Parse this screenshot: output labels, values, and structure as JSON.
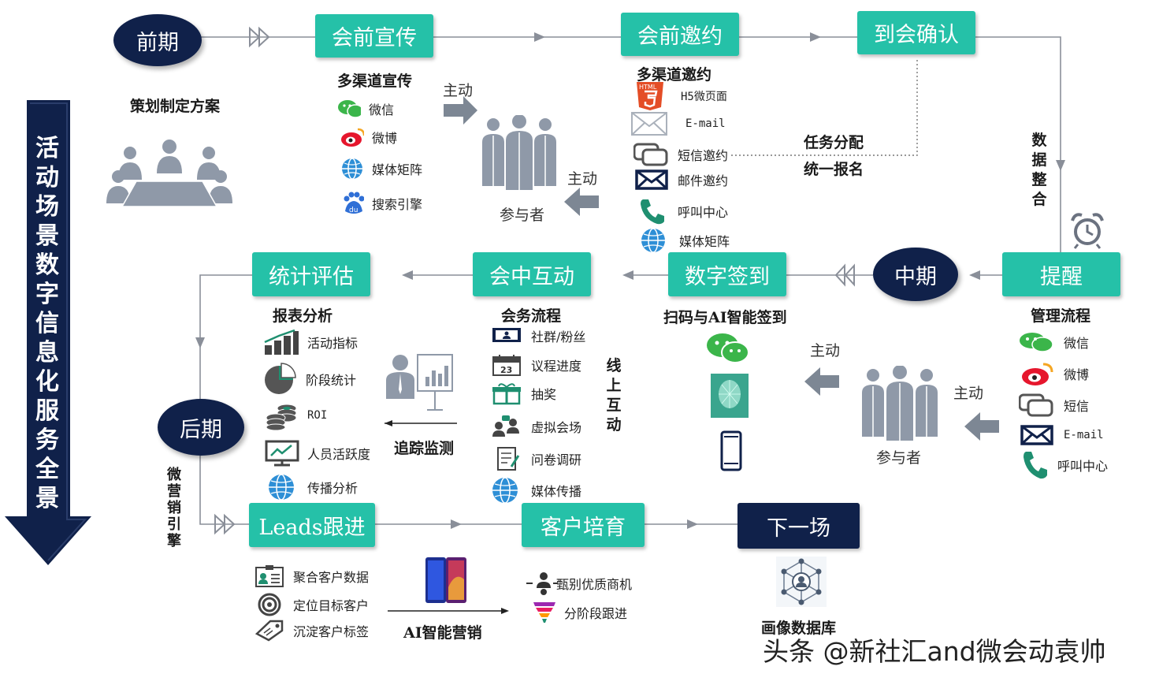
{
  "banner": "活动场景数字信息化服务全景",
  "phases": {
    "early": "前期",
    "mid": "中期",
    "late": "后期"
  },
  "planning": "策划制定方案",
  "stages": {
    "promo": "会前宣传",
    "invite": "会前邀约",
    "confirm": "到会确认",
    "remind": "提醒",
    "signin": "数字签到",
    "interact": "会中互动",
    "stats": "统计评估",
    "leads": "Leads跟进",
    "nurture": "客户培育",
    "next": "下一场"
  },
  "promo": {
    "title": "多渠道宣传",
    "items": [
      "微信",
      "微博",
      "媒体矩阵",
      "搜索引擎"
    ]
  },
  "participants": {
    "label": "参与者",
    "active": "主动"
  },
  "invite": {
    "title": "多渠道邀约",
    "items": [
      "H5微页面",
      "E-mail",
      "短信邀约",
      "邮件邀约",
      "呼叫中心",
      "媒体矩阵"
    ]
  },
  "task": {
    "line1": "任务分配",
    "line2": "统一报名"
  },
  "data_merge": "数据整合",
  "manage": {
    "title": "管理流程",
    "items": [
      "微信",
      "微博",
      "短信",
      "E-mail",
      "呼叫中心"
    ]
  },
  "signin": {
    "title": "扫码与AI智能签到"
  },
  "meeting": {
    "title": "会务流程",
    "items": [
      "社群/粉丝",
      "议程进度",
      "抽奖",
      "虚拟会场",
      "问卷调研",
      "媒体传播"
    ],
    "online": "线上互动",
    "calendar_day": "23"
  },
  "report": {
    "title": "报表分析",
    "items": [
      "活动指标",
      "阶段统计",
      "ROI",
      "人员活跃度",
      "传播分析"
    ]
  },
  "tracking": "追踪监测",
  "micro_engine": "微营销引擎",
  "leads": {
    "items": [
      "聚合客户数据",
      "定位目标客户",
      "沉淀客户标签"
    ]
  },
  "ai_marketing": "AI智能营销",
  "nurture": {
    "items": [
      "甄别优质商机",
      "分阶段跟进"
    ]
  },
  "portrait_db": "画像数据库",
  "watermark": "头条 @新社汇and微会动袁帅",
  "icons": {
    "html5_label": "HTML",
    "baidu_label": "du"
  },
  "colors": {
    "teal": "#25c1a8",
    "navy": "#10214a",
    "gray": "#8f99a8"
  }
}
